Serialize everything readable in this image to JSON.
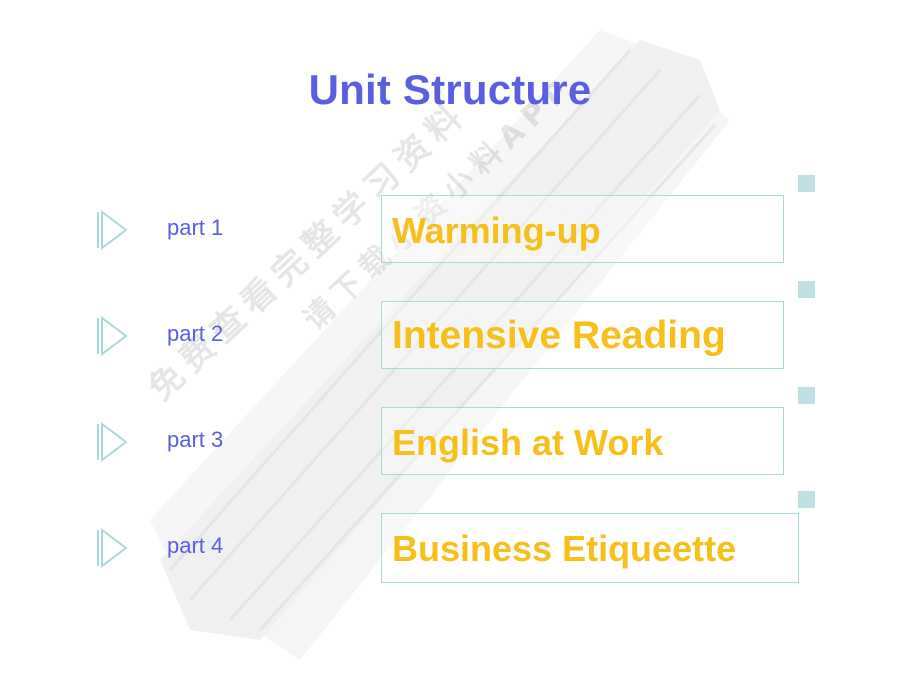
{
  "slide": {
    "title": "Unit Structure",
    "watermark_line1": "免费查看完整学习资料",
    "watermark_line2": "请下载小资小料APP",
    "colors": {
      "title": "#5a5fe0",
      "part_label": "#5a5fe0",
      "box_text": "#f7bf1a",
      "box_border": "#a9d8da",
      "square": "#bfe0e2",
      "arrow": "#a9d8da"
    },
    "parts": [
      {
        "label": "part 1",
        "title": "Warming-up",
        "arrow_icon": "play-outline-icon"
      },
      {
        "label": "part 2",
        "title": "Intensive Reading",
        "arrow_icon": "play-outline-icon"
      },
      {
        "label": "part 3",
        "title": "English at Work",
        "arrow_icon": "play-outline-icon"
      },
      {
        "label": "part 4",
        "title": "Business Etiqueette",
        "arrow_icon": "play-outline-icon"
      }
    ]
  }
}
